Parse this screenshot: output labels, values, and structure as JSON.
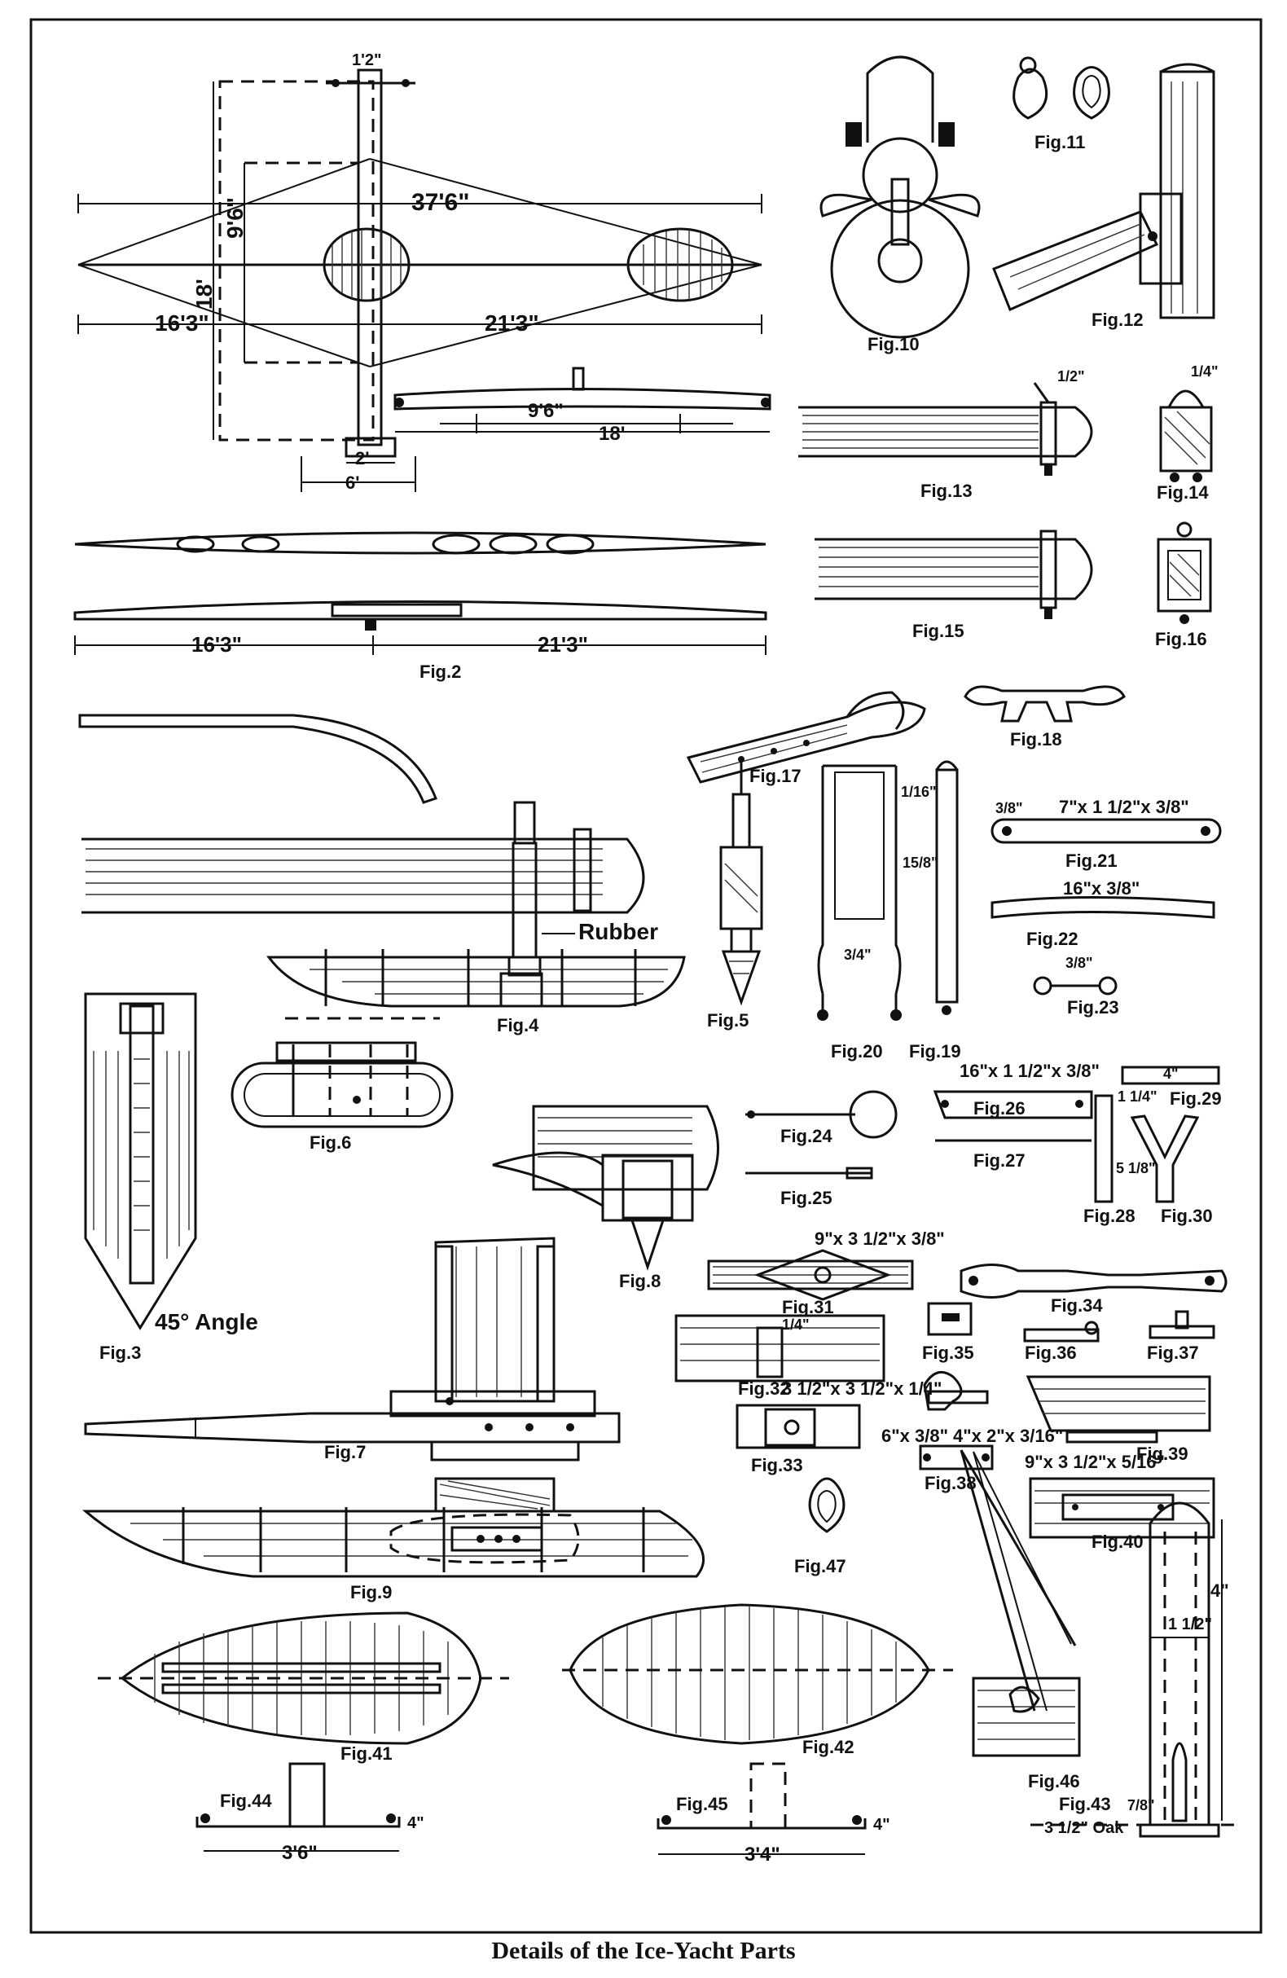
{
  "caption": "Details of the Ice-Yacht Parts",
  "figures": [
    "Fig.2",
    "Fig.3",
    "Fig.4",
    "Fig.5",
    "Fig.6",
    "Fig.7",
    "Fig.8",
    "Fig.9",
    "Fig.10",
    "Fig.11",
    "Fig.12",
    "Fig.13",
    "Fig.14",
    "Fig.15",
    "Fig.16",
    "Fig.17",
    "Fig.18",
    "Fig.19",
    "Fig.20",
    "Fig.21",
    "Fig.22",
    "Fig.23",
    "Fig.24",
    "Fig.25",
    "Fig.26",
    "Fig.27",
    "Fig.28",
    "Fig.29",
    "Fig.30",
    "Fig.31",
    "Fig.32",
    "Fig.33",
    "Fig.34",
    "Fig.35",
    "Fig.36",
    "Fig.37",
    "Fig.38",
    "Fig.39",
    "Fig.40",
    "Fig.41",
    "Fig.42",
    "Fig.43",
    "Fig.44",
    "Fig.45",
    "Fig.46",
    "Fig.47"
  ],
  "dimensions": {
    "top_1_2": "1'2\"",
    "span_37_6": "37'6\"",
    "d_9_6": "9'6\"",
    "d_18": "18'",
    "d_16_3": "16'3\"",
    "d_21_3": "21'3\"",
    "d_2": "2'",
    "d_6": "6'",
    "d_9_6b": "9'6\"",
    "d_18b": "18'",
    "d_16_3b": "16'3\"",
    "d_21_3b": "21'3\"",
    "f13": "1/2\"",
    "f14": "1/4\"",
    "rubber": "Rubber",
    "angle": "45° Angle",
    "f20_a": "1/16\"",
    "f20_b": "15/8\"",
    "f20_c": "3/4\"",
    "f21_a": "3/8\"",
    "f21_b": "7\"x 1 1/2\"x 3/8\"",
    "f22": "16\"x 3/8\"",
    "f23": "3/8\"",
    "f26": "16\"x 1 1/2\"x 3/8\"",
    "f29": "4\"",
    "f28_a": "1 1/4\"",
    "f28_b": "5 1/8\"",
    "f31": "9\"x 3 1/2\"x 3/8\"",
    "f32_a": "1/4\"",
    "f32_b": "3 1/2\"x 3 1/2\"x 1/4\"",
    "f38_a": "6\"x 3/8\"",
    "f38_b": "4\"x 2\"x 3/16\"",
    "f39": "9\"x 3 1/2\"x 5/16\"",
    "f43_a": "4\"",
    "f43_b": "1 1/2\"",
    "f43_c": "7/8\"",
    "f43_oak": "3 1/2\" Oak",
    "f44": "3'6\"",
    "f44_h": "4\"",
    "f45": "3'4\"",
    "f45_h": "4\""
  }
}
